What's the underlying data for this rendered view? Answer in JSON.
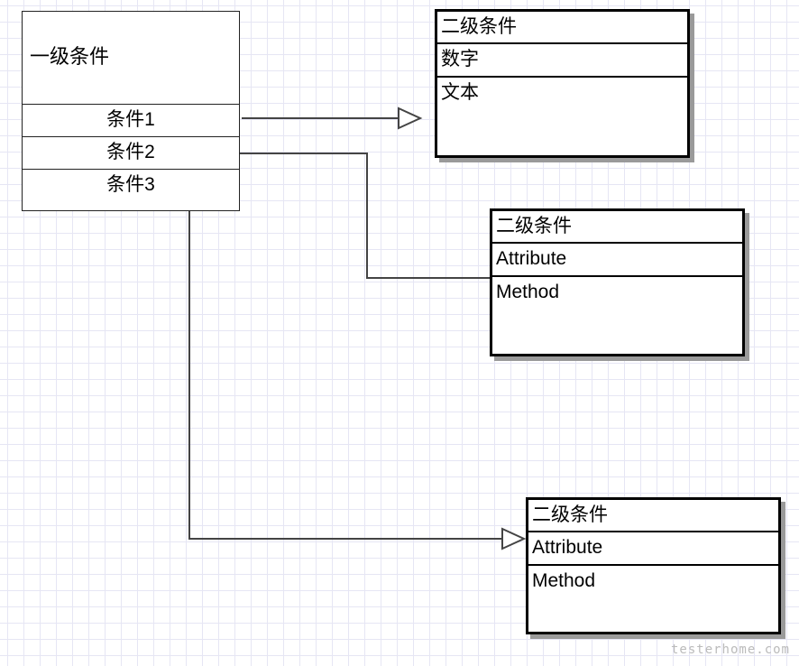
{
  "level1": {
    "title": "一级条件",
    "items": [
      "条件1",
      "条件2",
      "条件3"
    ]
  },
  "level2_boxes": [
    {
      "title": "二级条件",
      "field1": "数字",
      "field2": "文本"
    },
    {
      "title": "二级条件",
      "field1": "Attribute",
      "field2": "Method"
    },
    {
      "title": "二级条件",
      "field1": "Attribute",
      "field2": "Method"
    }
  ],
  "watermark": "testerhome.com"
}
